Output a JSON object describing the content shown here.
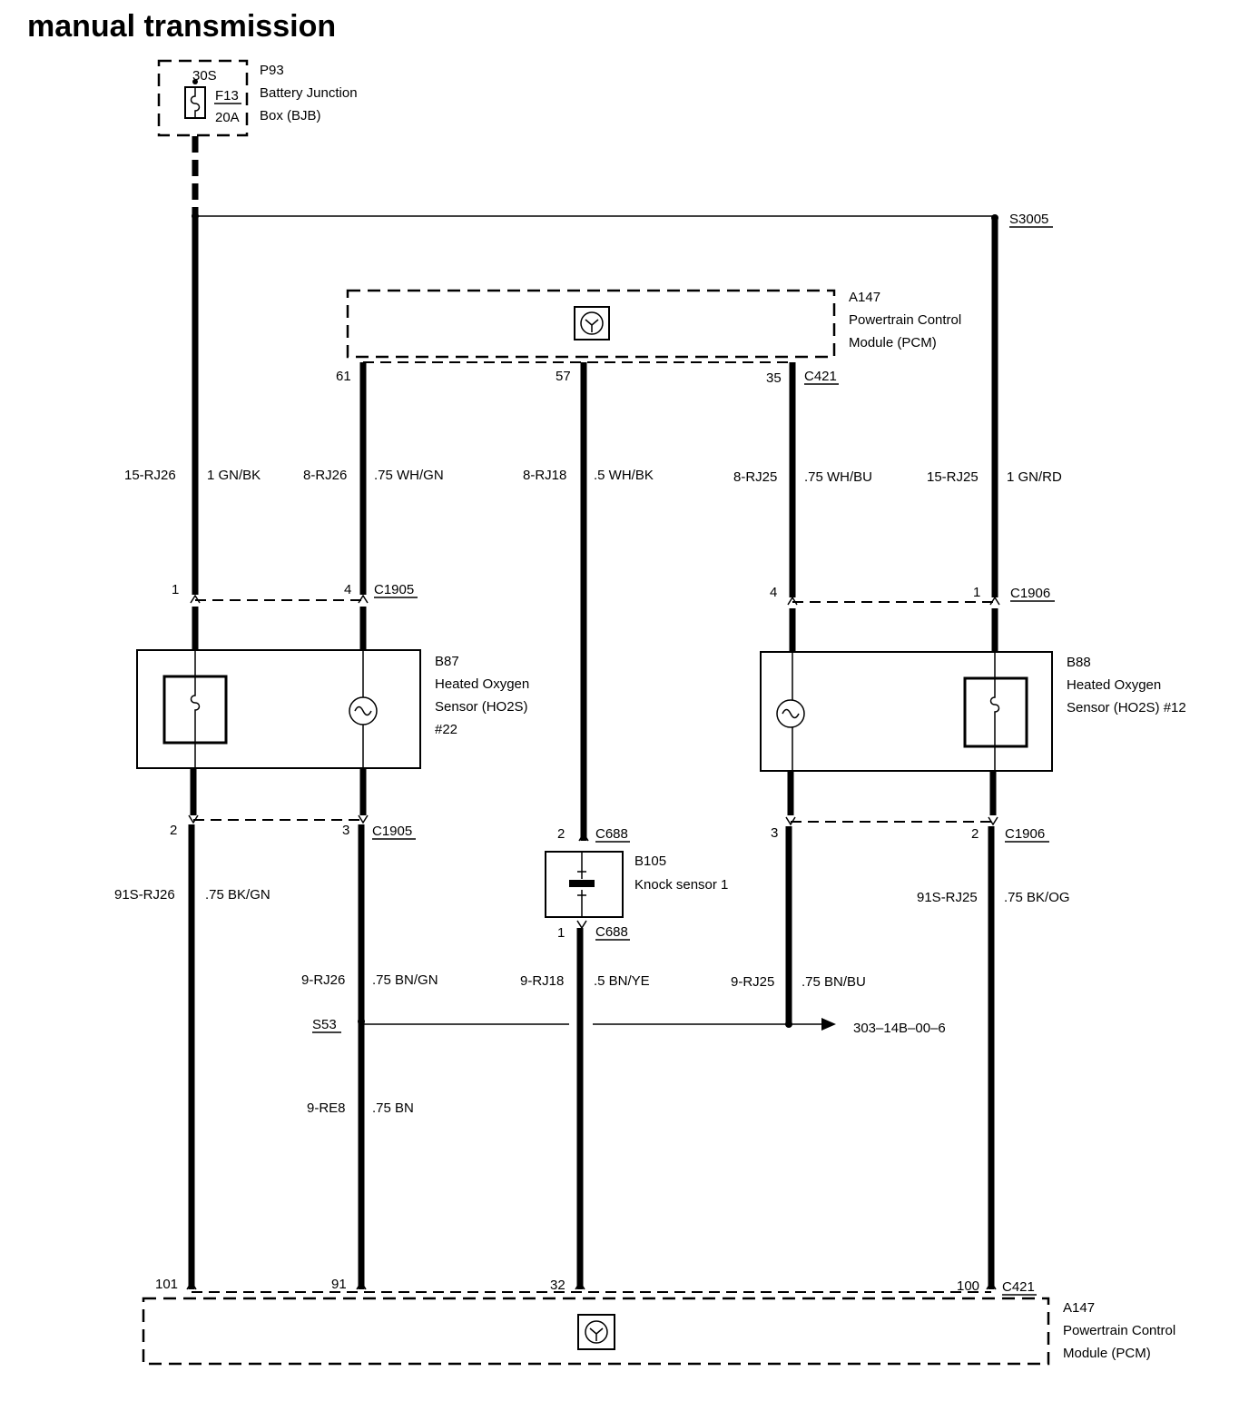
{
  "title": "manual transmission",
  "fuse": {
    "terminal": "30S",
    "name": "F13",
    "rating": "20A",
    "id": "P93",
    "line1": "Battery Junction",
    "line2": "Box (BJB)"
  },
  "splice_top": "S3005",
  "pcm_top": {
    "id": "A147",
    "line1": "Powertrain Control",
    "line2": "Module (PCM)",
    "connector": "C421",
    "pins": [
      "61",
      "57",
      "35"
    ]
  },
  "pcm_bottom": {
    "id": "A147",
    "line1": "Powertrain Control",
    "line2": "Module (PCM)",
    "connector": "C421",
    "pins": [
      "101",
      "91",
      "32",
      "100"
    ]
  },
  "wires_upper": [
    {
      "circuit": "15-RJ26",
      "color": "1 GN/BK"
    },
    {
      "circuit": "8-RJ26",
      "color": ".75 WH/GN"
    },
    {
      "circuit": "8-RJ18",
      "color": ".5 WH/BK"
    },
    {
      "circuit": "8-RJ25",
      "color": ".75 WH/BU"
    },
    {
      "circuit": "15-RJ25",
      "color": "1 GN/RD"
    }
  ],
  "c1905": {
    "name": "C1905",
    "pin_top_left": "1",
    "pin_top_right": "4",
    "pin_bot_left": "2",
    "pin_bot_right": "3"
  },
  "c1906": {
    "name": "C1906",
    "pin_top_left": "4",
    "pin_top_right": "1",
    "pin_bot_left": "3",
    "pin_bot_right": "2"
  },
  "b87": {
    "id": "B87",
    "line1": "Heated Oxygen",
    "line2": "Sensor (HO2S)",
    "line3": "#22"
  },
  "b88": {
    "id": "B88",
    "line1": "Heated Oxygen",
    "line2": "Sensor (HO2S) #12"
  },
  "knock": {
    "id": "B105",
    "name": "Knock sensor 1",
    "connector": "C688",
    "pin_top": "2",
    "pin_bottom": "1"
  },
  "wires_lower": [
    {
      "circuit": "91S-RJ26",
      "color": ".75 BK/GN"
    },
    {
      "circuit": "9-RJ26",
      "color": ".75 BN/GN"
    },
    {
      "circuit": "9-RJ18",
      "color": ".5 BN/YE"
    },
    {
      "circuit": "9-RJ25",
      "color": ".75 BN/BU"
    },
    {
      "circuit": "91S-RJ25",
      "color": ".75 BK/OG"
    },
    {
      "circuit": "9-RE8",
      "color": ".75 BN"
    }
  ],
  "splice_ground": "S53",
  "ref": "303–14B–00–6"
}
